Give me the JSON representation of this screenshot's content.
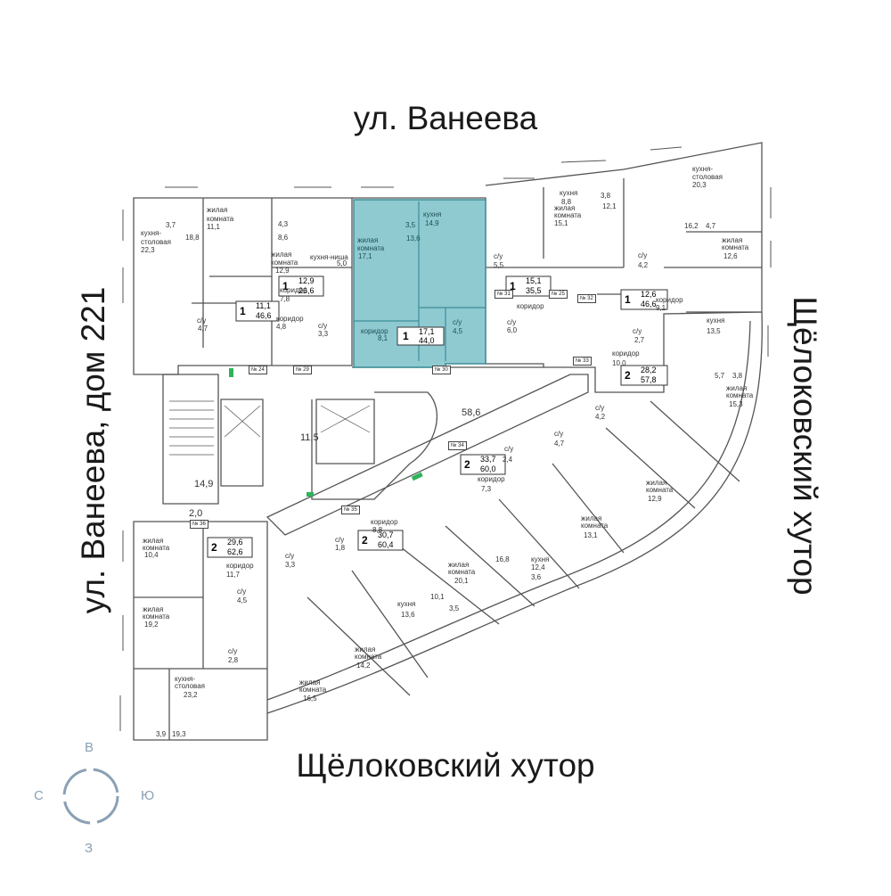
{
  "streets": {
    "top": "ул. Ванеева",
    "bottom": "Щёлоковский хутор",
    "left": "ул. Ванеева, дом 221",
    "right": "Щёлоковский хутор"
  },
  "compass": {
    "north": "В",
    "south": "З",
    "west": "С",
    "east": "Ю"
  },
  "colors": {
    "highlight": "#8fcad1",
    "walls": "#555555",
    "compass": "#8aa0b5"
  },
  "highlighted_apartment": {
    "rooms": "1",
    "area_living": "17,1",
    "area_total": "44,0",
    "room_labels": [
      "жилая",
      "комната",
      "17,1",
      "кухня",
      "14,9",
      "3,5",
      "13,6",
      "коридор",
      "8,1",
      "с/у",
      "4,5"
    ]
  },
  "apartments": [
    {
      "rooms": "1",
      "living": "11,1",
      "total": "46,6"
    },
    {
      "rooms": "1",
      "living": "12,9",
      "total": "26,6"
    },
    {
      "rooms": "1",
      "living": "15,1",
      "total": "35,5"
    },
    {
      "rooms": "1",
      "living": "12,6",
      "total": "46,6"
    },
    {
      "rooms": "2",
      "living": "28,2",
      "total": "57,8"
    },
    {
      "rooms": "2",
      "living": "33,7",
      "total": "60,0"
    },
    {
      "rooms": "2",
      "living": "30,7",
      "total": "60,4"
    },
    {
      "rooms": "2",
      "living": "29,6",
      "total": "62,6"
    }
  ],
  "room_labels": [
    "жилая",
    "комната",
    "11,1",
    "3,7",
    "кухня-",
    "столовая",
    "22,3",
    "18,8",
    "4,3",
    "жилая",
    "комната",
    "12,9",
    "кухня-ниша",
    "5,0",
    "8,6",
    "коридор",
    "7,8",
    "коридор",
    "4,8",
    "с/у",
    "4,7",
    "с/у",
    "3,3",
    "кухня",
    "8,8",
    "3,8",
    "12,1",
    "жилая",
    "комната",
    "15,1",
    "с/у",
    "5,5",
    "коридор",
    "с/у",
    "6,0",
    "кухня-",
    "столовая",
    "20,3",
    "16,2",
    "4,7",
    "жилая",
    "комната",
    "12,6",
    "с/у",
    "4,2",
    "коридор",
    "9,1",
    "с/у",
    "2,7",
    "коридор",
    "10,0",
    "кухня",
    "13,5",
    "жилая",
    "комната",
    "15,3",
    "5,7",
    "3,8",
    "58,6",
    "11,5",
    "14,9",
    "2,0",
    "с/у",
    "4,2",
    "с/у",
    "4,7",
    "с/у",
    "2,4",
    "коридор",
    "7,3",
    "жилая",
    "комната",
    "12,9",
    "жилая",
    "комната",
    "13,1",
    "кухня",
    "12,4",
    "16,8",
    "3,6",
    "коридор",
    "8,8",
    "с/у",
    "1,8",
    "с/у",
    "3,3",
    "жилая",
    "комната",
    "20,1",
    "кухня",
    "13,6",
    "10,1",
    "3,5",
    "жилая",
    "комната",
    "14,2",
    "жилая",
    "комната",
    "16,5",
    "жилая",
    "комната",
    "10,4",
    "коридор",
    "11,7",
    "с/у",
    "4,5",
    "жилая",
    "комната",
    "19,2",
    "с/у",
    "2,8",
    "кухня-",
    "столовая",
    "23,2",
    "3,9",
    "19,3"
  ],
  "section_numbers": [
    "№ 24",
    "№ 29",
    "№ 30",
    "№ 31",
    "№ 32",
    "№ 33",
    "№ 34",
    "№ 35",
    "№ 36",
    "№ 25"
  ]
}
